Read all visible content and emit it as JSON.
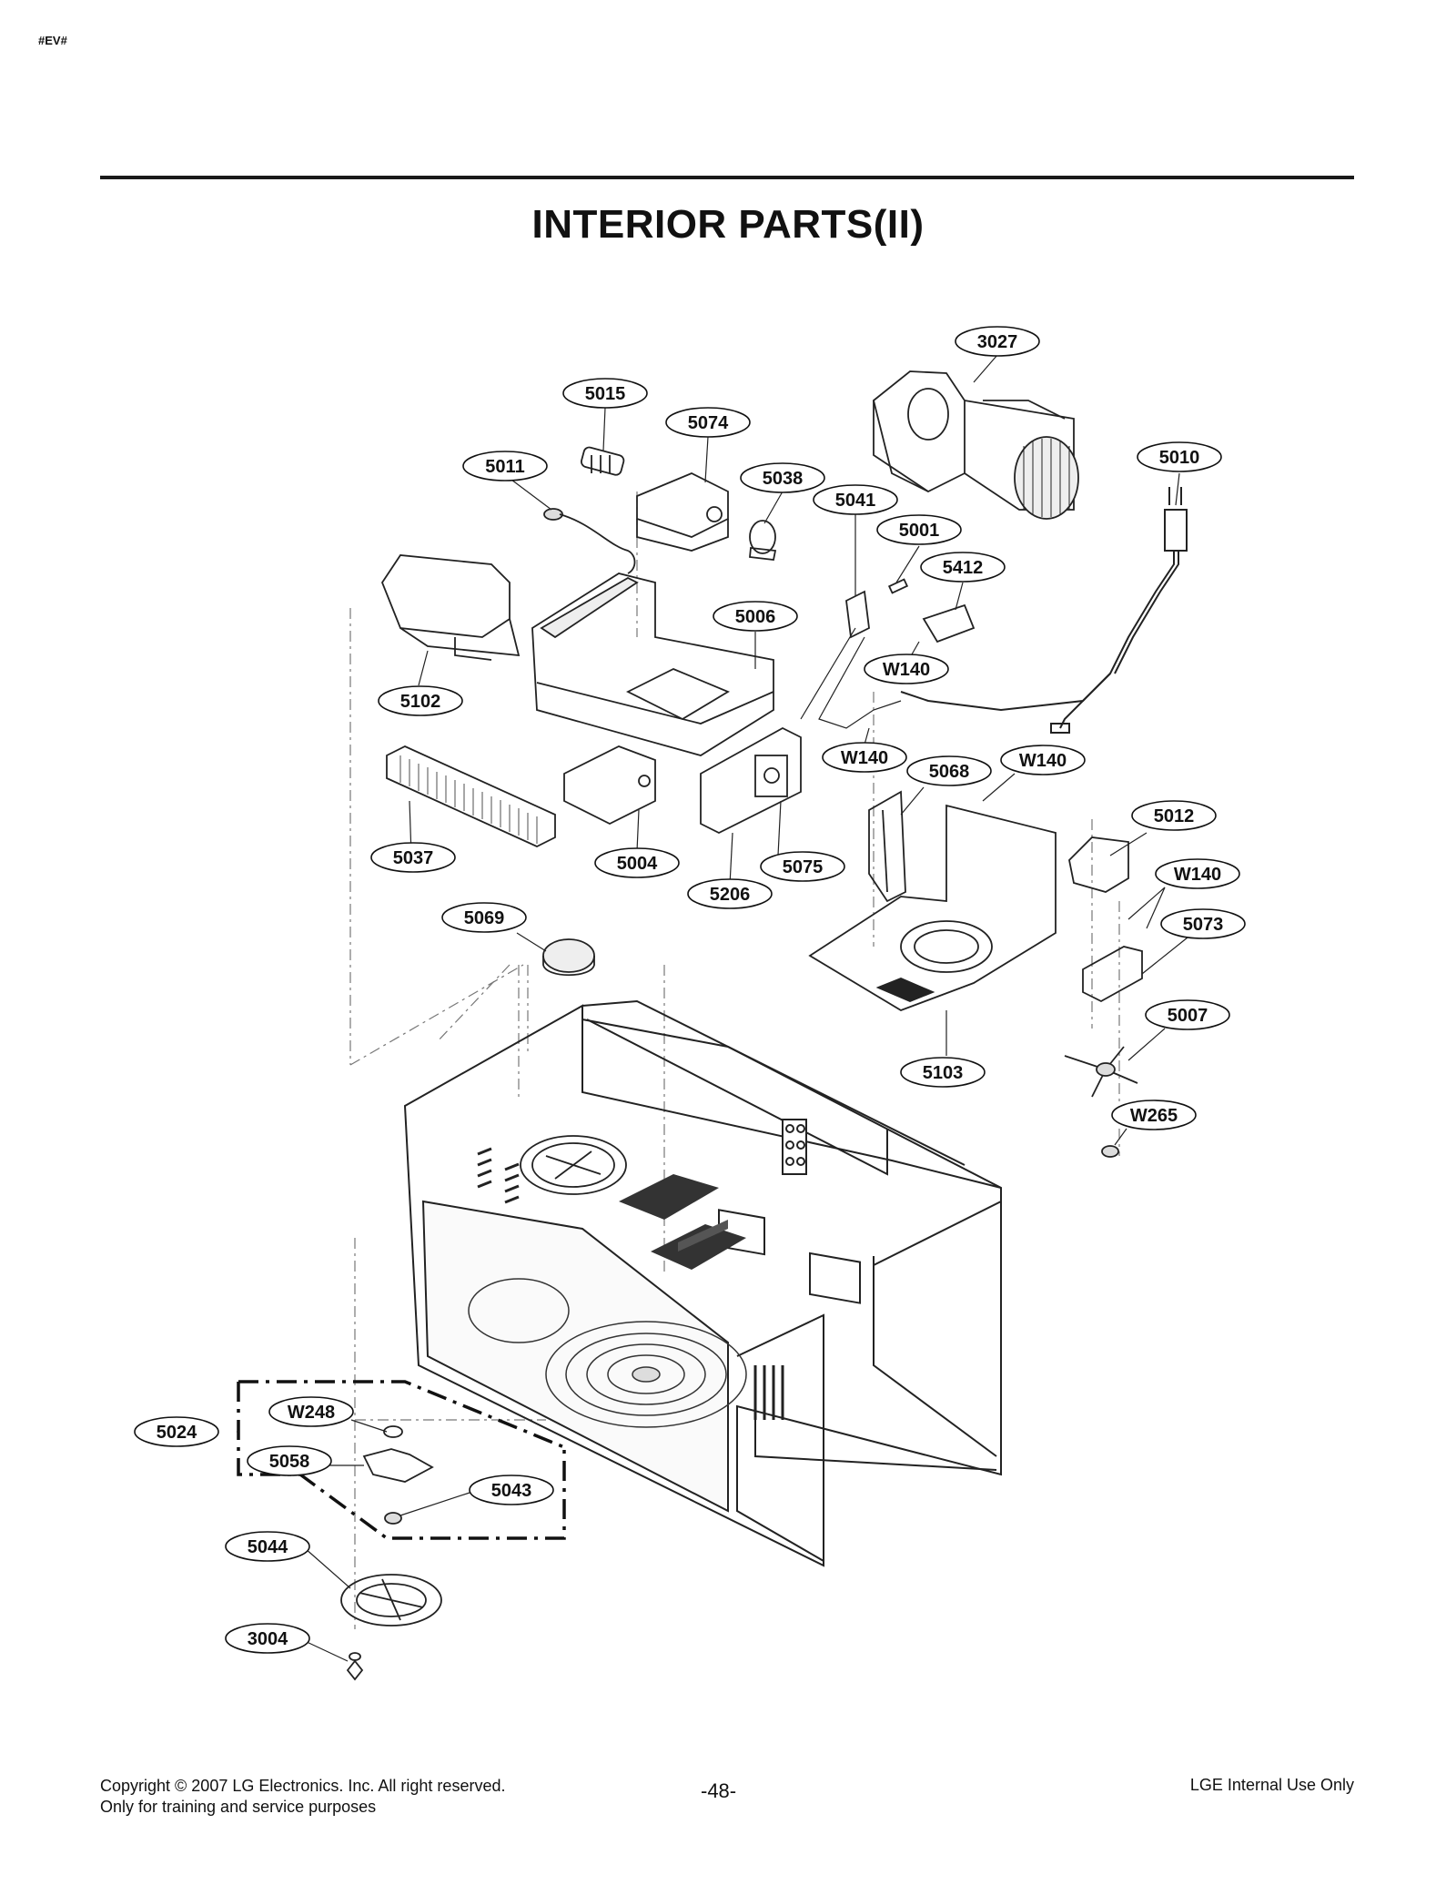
{
  "header": {
    "tag": "#EV#",
    "title": "INTERIOR PARTS(II)"
  },
  "callouts": [
    {
      "label": "3027"
    },
    {
      "label": "5015"
    },
    {
      "label": "5074"
    },
    {
      "label": "5011"
    },
    {
      "label": "5038"
    },
    {
      "label": "5041"
    },
    {
      "label": "5001"
    },
    {
      "label": "5010"
    },
    {
      "label": "5412"
    },
    {
      "label": "5006"
    },
    {
      "label": "W140"
    },
    {
      "label": "5102"
    },
    {
      "label": "W140"
    },
    {
      "label": "5068"
    },
    {
      "label": "W140"
    },
    {
      "label": "5012"
    },
    {
      "label": "5037"
    },
    {
      "label": "5004"
    },
    {
      "label": "5075"
    },
    {
      "label": "5206"
    },
    {
      "label": "W140"
    },
    {
      "label": "5069"
    },
    {
      "label": "5073"
    },
    {
      "label": "5007"
    },
    {
      "label": "5103"
    },
    {
      "label": "W265"
    },
    {
      "label": "5024"
    },
    {
      "label": "W248"
    },
    {
      "label": "5058"
    },
    {
      "label": "5043"
    },
    {
      "label": "5044"
    },
    {
      "label": "3004"
    }
  ],
  "footer": {
    "copyright_line1": "Copyright © 2007 LG Electronics. Inc. All right reserved.",
    "copyright_line2": "Only for training and service purposes",
    "page_number": "-48-",
    "internal_note": "LGE Internal Use Only"
  }
}
